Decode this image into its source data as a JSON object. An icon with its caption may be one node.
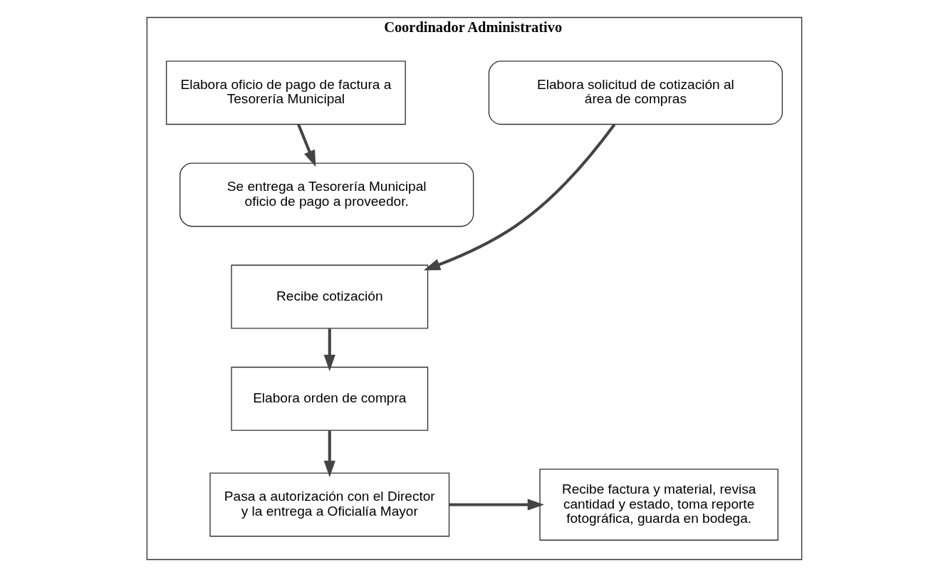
{
  "diagram": {
    "nodes": [
      {
        "text": [
          "Coordinador Administrativo"
        ]
      },
      {
        "text": [
          "Elabora solicitud de cotización al área de compras"
        ],
        "in": 0
      },
      {
        "text": [
          "Recibe cotización"
        ],
        "in": 0
      },
      {
        "text": [
          "Elabora orden de compra"
        ],
        "in": 0
      },
      {
        "text": [
          "Pasa a autorización con el Director y la entrega a Oficialía Mayor"
        ],
        "in": 0
      },
      {
        "text": [
          "Recibe factura y material, revisa cantidad y estado, toma reporte fotográfica, guarda en bodega."
        ],
        "in": 0
      },
      {
        "text": [
          "Elabora oficio de pago de factura a Tesorería Municipal"
        ],
        "in": 0
      },
      {
        "text": [
          "Se entrega a Tesorería Municipal oficio de pago a proveedor."
        ],
        "in": 0
      }
    ],
    "edges": [
      {
        "from": 1,
        "to": 2,
        "arrow": "to"
      },
      {
        "from": 2,
        "to": 3,
        "arrow": "to"
      },
      {
        "from": 3,
        "to": 4,
        "arrow": "to"
      },
      {
        "from": 4,
        "to": 5,
        "arrow": "to"
      },
      {
        "from": 6,
        "to": 7,
        "arrow": "to"
      }
    ]
  }
}
